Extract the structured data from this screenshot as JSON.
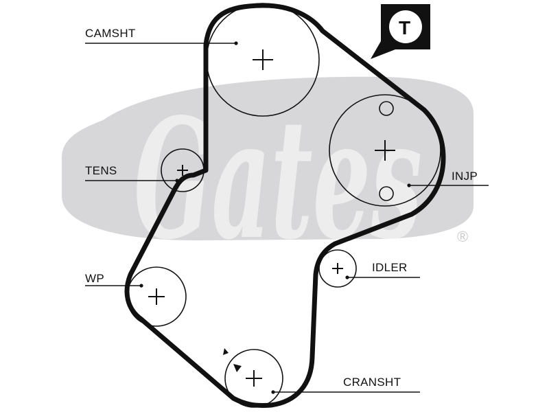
{
  "brand": {
    "name": "Gates",
    "registered_mark": "®",
    "watermark_color": "#d7d7d9"
  },
  "badge": {
    "letter": "T"
  },
  "labels": {
    "camshaft": "CAMSHT",
    "tensioner": "TENS",
    "water_pump": "WP",
    "injection_pump": "INJP",
    "idler": "IDLER",
    "crankshaft": "CRANSHT"
  },
  "colors": {
    "line": "#111111",
    "background": "#ffffff"
  }
}
